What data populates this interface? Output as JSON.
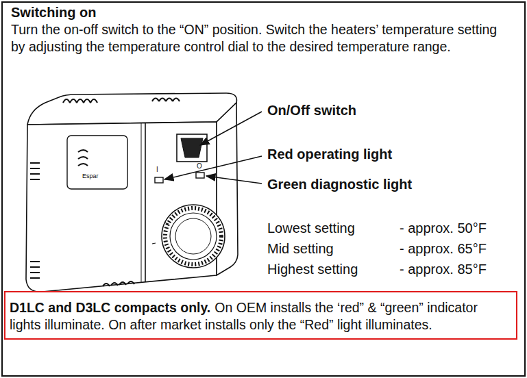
{
  "diagram": {
    "nodes": [
      {
        "text": [
          "Switching on",
          "Turn the on-off switch to the “ON” position. Switch the heaters’ temperature setting by adjusting the temperature control dial to the desired temperature range."
        ]
      },
      {
        "text": [
          "D1LC and D3LC compacts only.",
          "On OEM installs the ‘red” & “green” indicator lights illuminate. On after market installs only the “Red” light illuminates."
        ],
        "in": 0
      }
    ],
    "labels": [
      "On/Off switch",
      "Red operating light",
      "Green diagnostic light",
      "Lowest setting",
      "- approx. 50°F",
      "Mid setting",
      "- approx. 65°F",
      "Highest setting",
      "- approx. 85°F",
      "Espar",
      "I",
      "O"
    ]
  }
}
